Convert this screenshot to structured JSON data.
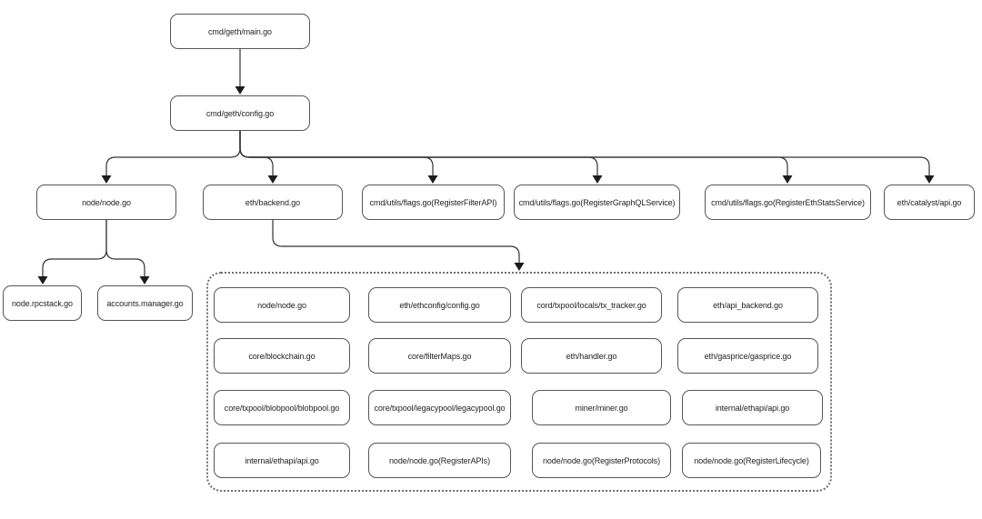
{
  "colors": {
    "background": "#ffffff",
    "box_border": "#565656",
    "edge_line": "#333333",
    "arrowhead": "#1c1c1c",
    "group_border": "#6e6e6e",
    "text": "#1f1f1f"
  },
  "tree": {
    "root": "cmd/geth/main.go",
    "config": "cmd/geth/config.go",
    "config_children": [
      "node/node.go",
      "eth/backend.go",
      "cmd/utils/flags.go(RegisterFilterAPI)",
      "cmd/utils/flags.go(RegisterGraphQLService)",
      "cmd/utils/flags.go(RegisterEthStatsService)",
      "eth/catalyst/api.go"
    ],
    "node_children": [
      "node.rpcstack.go",
      "accounts.manager.go"
    ],
    "backend_group": [
      [
        "node/node.go",
        "eth/ethconfig/config.go",
        "cord/txpool/locals/tx_tracker.go",
        "eth/api_backend.go"
      ],
      [
        "core/blockchain.go",
        "core/filterMaps.go",
        "eth/handler.go",
        "eth/gasprice/gasprice.go"
      ],
      [
        "core/txpool/blobpool/blobpool.go",
        "core/txpool/legacypool/legacypool.go",
        "miner/miner.go",
        "internal/ethapi/api.go"
      ],
      [
        "internal/ethapi/api.go",
        "node/node.go(RegisterAPIs)",
        "node/node.go(RegisterProtocols)",
        "node/node.go(RegisterLifecycle)"
      ]
    ]
  }
}
